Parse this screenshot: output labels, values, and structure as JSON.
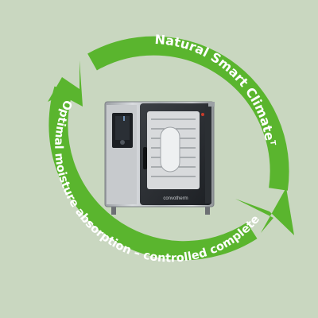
{
  "background_color": "#c9d7c0",
  "ring_color": "#5ab52e",
  "label_top": "Natural Smart Climate",
  "label_top_tm": "TM",
  "label_bottom": "Optimal moisture absorption – controlled completely naturally",
  "oven": {
    "icon": "combi-oven-illustration",
    "brand_text": "convotherm"
  }
}
